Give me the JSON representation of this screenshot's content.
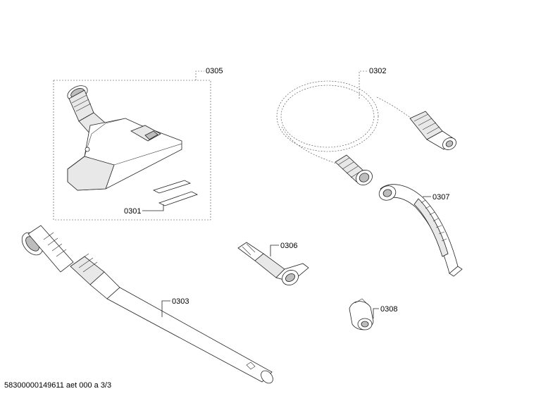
{
  "parts": [
    {
      "id": "0305",
      "label": "0305"
    },
    {
      "id": "0301",
      "label": "0301"
    },
    {
      "id": "0302",
      "label": "0302"
    },
    {
      "id": "0307",
      "label": "0307"
    },
    {
      "id": "0306",
      "label": "0306"
    },
    {
      "id": "0303",
      "label": "0303"
    },
    {
      "id": "0308",
      "label": "0308"
    }
  ],
  "footer": {
    "text": "58300000149611 aet 000 a 3/3"
  }
}
